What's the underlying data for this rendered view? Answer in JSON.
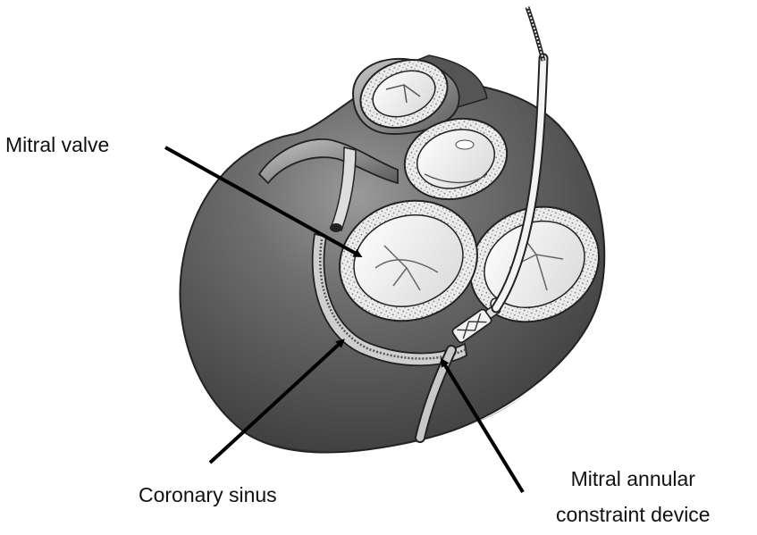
{
  "figure": {
    "labels": {
      "mitral_valve": "Mitral valve",
      "coronary_sinus": "Coronary sinus",
      "device_line1": "Mitral annular",
      "device_line2": "constraint device"
    },
    "colors": {
      "heart_dark": "#505050",
      "heart_light": "#d6d6d6",
      "annulus": "#e9e9e9",
      "interior": "#ffffff",
      "arrow": "#000000"
    }
  }
}
